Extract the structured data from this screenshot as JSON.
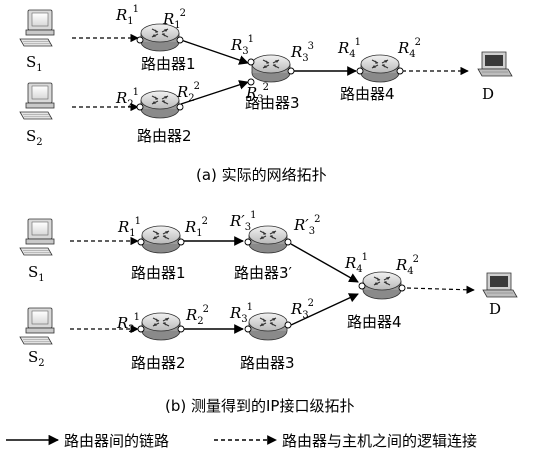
{
  "diagram_a": {
    "caption": "(a) 实际的网络拓扑",
    "hosts": [
      {
        "id": "S",
        "sub": "1"
      },
      {
        "id": "S",
        "sub": "2"
      }
    ],
    "dest": {
      "label": "D"
    },
    "routers": [
      {
        "name": "路由器1",
        "in_label": {
          "base": "R",
          "sub": "1",
          "sup": "1"
        },
        "out_label": {
          "base": "R",
          "sub": "1",
          "sup": "2"
        }
      },
      {
        "name": "路由器2",
        "in_label": {
          "base": "R",
          "sub": "2",
          "sup": "1"
        },
        "out_label": {
          "base": "R",
          "sub": "2",
          "sup": "2"
        }
      },
      {
        "name": "路由器3",
        "in1_label": {
          "base": "R",
          "sub": "3",
          "sup": "1"
        },
        "in2_label": {
          "base": "R",
          "sub": "3",
          "sup": "2"
        },
        "out_label": {
          "base": "R",
          "sub": "3",
          "sup": "3"
        }
      },
      {
        "name": "路由器4",
        "in_label": {
          "base": "R",
          "sub": "4",
          "sup": "1"
        },
        "out_label": {
          "base": "R",
          "sub": "4",
          "sup": "2"
        }
      }
    ]
  },
  "diagram_b": {
    "caption": "(b) 测量得到的IP接口级拓扑",
    "hosts": [
      {
        "id": "S",
        "sub": "1"
      },
      {
        "id": "S",
        "sub": "2"
      }
    ],
    "dest": {
      "label": "D"
    },
    "routers": [
      {
        "name": "路由器1",
        "in_label": {
          "base": "R",
          "sub": "1",
          "sup": "1"
        },
        "out_label": {
          "base": "R",
          "sub": "1",
          "sup": "2"
        }
      },
      {
        "name": "路由器3′",
        "in_label": {
          "base": "R′",
          "sub": "3",
          "sup": "1"
        },
        "out_label": {
          "base": "R′",
          "sub": "3",
          "sup": "2"
        }
      },
      {
        "name": "路由器2",
        "in_label": {
          "base": "R",
          "sub": "2",
          "sup": "1"
        },
        "out_label": {
          "base": "R",
          "sub": "2",
          "sup": "2"
        }
      },
      {
        "name": "路由器3",
        "in_label": {
          "base": "R",
          "sub": "3",
          "sup": "1"
        },
        "out_label": {
          "base": "R",
          "sub": "3",
          "sup": "2"
        }
      },
      {
        "name": "路由器4",
        "in_label": {
          "base": "R",
          "sub": "4",
          "sup": "1"
        },
        "out_label": {
          "base": "R",
          "sub": "4",
          "sup": "2"
        }
      }
    ]
  },
  "legend": {
    "solid_label": "路由器间的链路",
    "dashed_label": "路由器与主机之间的逻辑连接"
  }
}
